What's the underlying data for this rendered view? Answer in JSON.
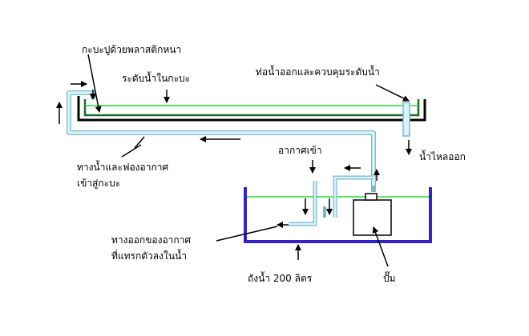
{
  "labels": {
    "tray_lining": "กะบะปูด้วยพลาสติกหนา",
    "water_level_tray": "ระดับน้ำในกะบะ",
    "outlet_pipe": "ท่อน้ำออกและควบคุมระดับน้ำ",
    "water_out": "น้ำไหลออก",
    "air_in": "อากาศเข้า",
    "water_air_path_line1": "ทางน้ำและฟองอากาศ",
    "water_air_path_line2": "เข้าสู่กะบะ",
    "air_exit_line1": "ทางออกของอากาศ",
    "air_exit_line2": "ที่แทรกตัวลงในน้ำ",
    "tank": "ถังน้ำ 200 ลิตร",
    "pump": "ปั๊ม"
  },
  "colors": {
    "tray_wall": "#000000",
    "tray_liner": "#1a6a2a",
    "water_line": "#22dd33",
    "pipe": "#b8e6f5",
    "pipe_edge": "#7ab8cc",
    "tank_wall": "#3322cc",
    "arrow": "#000000"
  },
  "icons": [
    "flow-arrow-icon"
  ]
}
